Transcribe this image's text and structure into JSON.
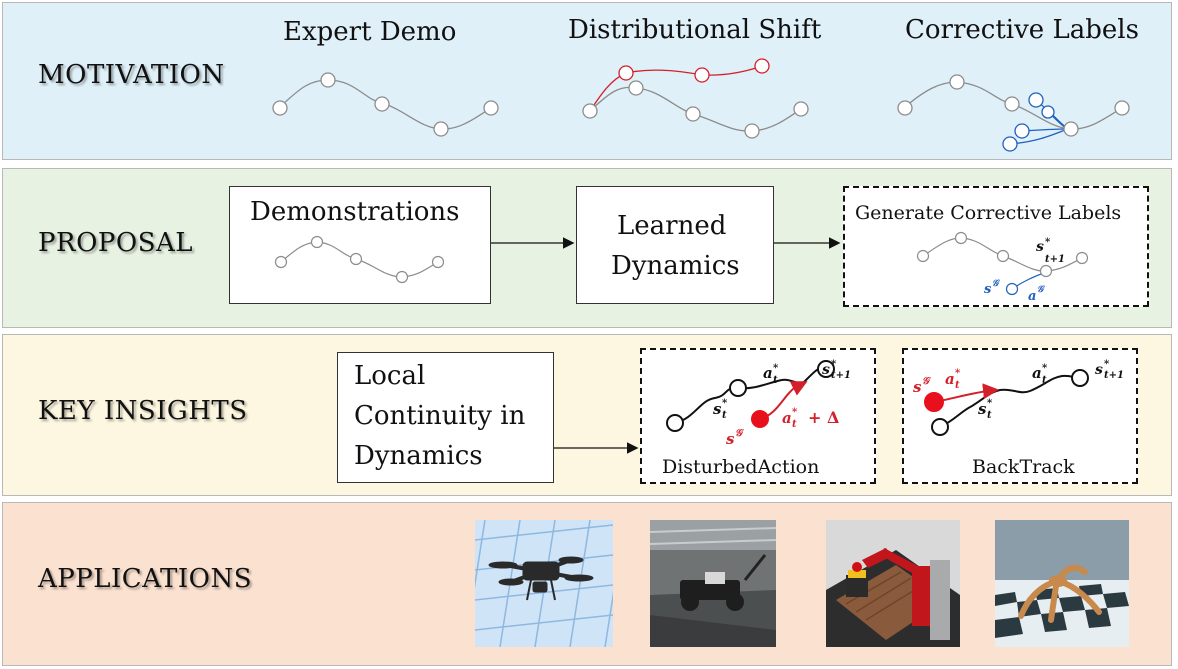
{
  "rows": {
    "motivation": "MOTIVATION",
    "proposal": "PROPOSAL",
    "insights": "KEY INSIGHTS",
    "applications": "APPLICATIONS"
  },
  "motivation": {
    "expert_demo": "Expert Demo",
    "distributional_shift": "Distributional Shift",
    "corrective_labels": "Corrective Labels"
  },
  "proposal": {
    "demonstrations": "Demonstrations",
    "learned_dynamics_1": "Learned",
    "learned_dynamics_2": "Dynamics",
    "generate_labels": "Generate Corrective Labels"
  },
  "insights": {
    "local_1": "Local",
    "local_2": "Continuity in",
    "local_3": "Dynamics",
    "disturbed_action": "DisturbedAction",
    "backtrack": "BackTrack"
  },
  "applications": {
    "images": [
      "drone-icon",
      "race-car-icon",
      "robot-arm-icon",
      "quadruped-robot-icon"
    ]
  },
  "colors": {
    "motivation_bg": "#dff0f8",
    "proposal_bg": "#e8f2e3",
    "insights_bg": "#fdf7e1",
    "applications_bg": "#fbe1d0",
    "expert_gray": "#8c8c8c",
    "shift_red": "#d4202a",
    "corrective_blue": "#2060c0"
  }
}
